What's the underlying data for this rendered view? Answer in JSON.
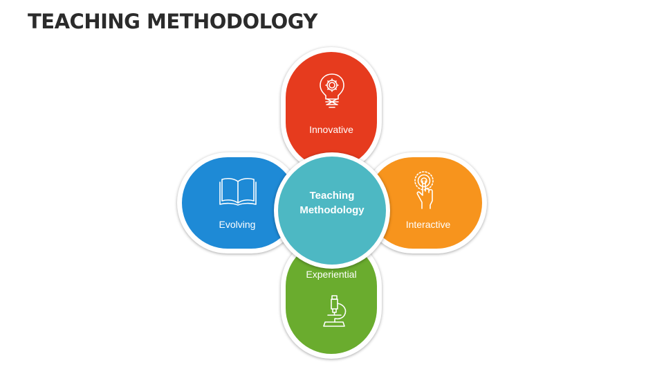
{
  "title": "TEACHING METHODOLOGY",
  "center": {
    "line1": "Teaching",
    "line2": "Methodology",
    "color": "#4db8c3"
  },
  "petals": {
    "top": {
      "label": "Innovative",
      "color": "#e63b1e",
      "icon": "lightbulb-gear-icon"
    },
    "right": {
      "label": "Interactive",
      "color": "#f7941d",
      "icon": "touch-hand-icon"
    },
    "bottom": {
      "label": "Experiential",
      "color": "#6aac2e",
      "icon": "microscope-icon"
    },
    "left": {
      "label": "Evolving",
      "color": "#1e8ad6",
      "icon": "open-book-icon"
    }
  }
}
